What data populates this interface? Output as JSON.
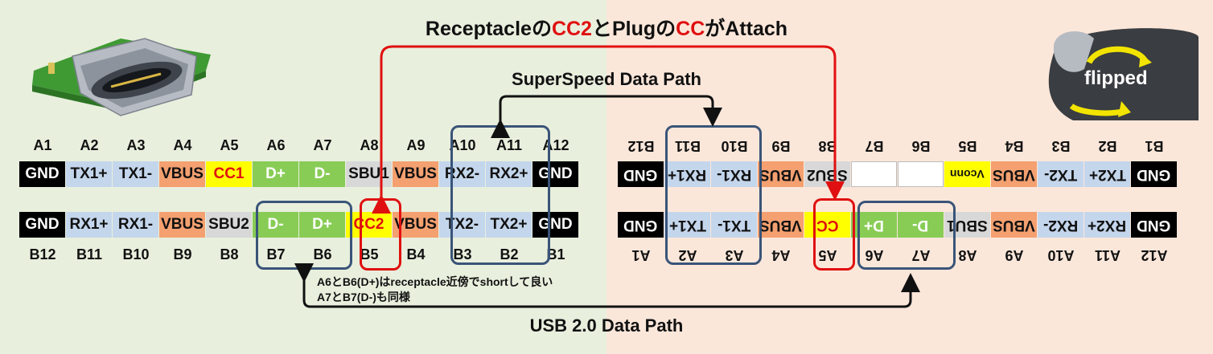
{
  "title": {
    "p1": "Receptacle",
    "p2": "の",
    "p3": "CC2",
    "p4": "と",
    "p5": "Plug",
    "p6": "の",
    "p7": "CC",
    "p8": "がAttach"
  },
  "superspeed_label": "SuperSpeed Data Path",
  "usb2_label": "USB 2.0 Data Path",
  "flipped_label": "flipped",
  "note_lines": [
    "A6とB6(D+)はreceptacle近傍でshortして良い",
    "A7とB7(D-)も同様"
  ],
  "left": {
    "top_nums": [
      "A1",
      "A2",
      "A3",
      "A4",
      "A5",
      "A6",
      "A7",
      "A8",
      "A9",
      "A10",
      "A11",
      "A12"
    ],
    "top_pins": [
      {
        "t": "GND",
        "c": "gnd"
      },
      {
        "t": "TX1+",
        "c": "tx"
      },
      {
        "t": "TX1-",
        "c": "tx"
      },
      {
        "t": "VBUS",
        "c": "vbus"
      },
      {
        "t": "CC1",
        "c": "cc"
      },
      {
        "t": "D+",
        "c": "dp"
      },
      {
        "t": "D-",
        "c": "dp"
      },
      {
        "t": "SBU1",
        "c": "sbu"
      },
      {
        "t": "VBUS",
        "c": "vbus"
      },
      {
        "t": "RX2-",
        "c": "tx"
      },
      {
        "t": "RX2+",
        "c": "tx"
      },
      {
        "t": "GND",
        "c": "gnd"
      }
    ],
    "bot_pins": [
      {
        "t": "GND",
        "c": "gnd"
      },
      {
        "t": "RX1+",
        "c": "tx"
      },
      {
        "t": "RX1-",
        "c": "tx"
      },
      {
        "t": "VBUS",
        "c": "vbus"
      },
      {
        "t": "SBU2",
        "c": "sbu"
      },
      {
        "t": "D-",
        "c": "dp"
      },
      {
        "t": "D+",
        "c": "dp"
      },
      {
        "t": "CC2",
        "c": "cc"
      },
      {
        "t": "VBUS",
        "c": "vbus"
      },
      {
        "t": "TX2-",
        "c": "tx"
      },
      {
        "t": "TX2+",
        "c": "tx"
      },
      {
        "t": "GND",
        "c": "gnd"
      }
    ],
    "bot_nums": [
      "B12",
      "B11",
      "B10",
      "B9",
      "B8",
      "B7",
      "B6",
      "B5",
      "B4",
      "B3",
      "B2",
      "B1"
    ]
  },
  "right": {
    "top_nums": [
      "B12",
      "B11",
      "B10",
      "B9",
      "B8",
      "B7",
      "B6",
      "B5",
      "B4",
      "B3",
      "B2",
      "B1"
    ],
    "top_pins": [
      {
        "t": "GND",
        "c": "gnd"
      },
      {
        "t": "RX1+",
        "c": "tx"
      },
      {
        "t": "RX1-",
        "c": "tx"
      },
      {
        "t": "VBUS",
        "c": "vbus"
      },
      {
        "t": "SBU2",
        "c": "sbu"
      },
      {
        "t": "",
        "c": "empty"
      },
      {
        "t": "",
        "c": "empty"
      },
      {
        "t": "Vconn",
        "c": "vconn"
      },
      {
        "t": "VBUS",
        "c": "vbus"
      },
      {
        "t": "TX2-",
        "c": "tx"
      },
      {
        "t": "TX2+",
        "c": "tx"
      },
      {
        "t": "GND",
        "c": "gnd"
      }
    ],
    "bot_pins": [
      {
        "t": "GND",
        "c": "gnd"
      },
      {
        "t": "TX1+",
        "c": "tx"
      },
      {
        "t": "TX1-",
        "c": "tx"
      },
      {
        "t": "VBUS",
        "c": "vbus"
      },
      {
        "t": "CC",
        "c": "ccR"
      },
      {
        "t": "D+",
        "c": "dp"
      },
      {
        "t": "D-",
        "c": "dp"
      },
      {
        "t": "SBU1",
        "c": "sbu"
      },
      {
        "t": "VBUS",
        "c": "vbus"
      },
      {
        "t": "RX2-",
        "c": "tx"
      },
      {
        "t": "RX2+",
        "c": "tx"
      },
      {
        "t": "GND",
        "c": "gnd"
      }
    ],
    "bot_nums": [
      "A1",
      "A2",
      "A3",
      "A4",
      "A5",
      "A6",
      "A7",
      "A8",
      "A9",
      "A10",
      "A11",
      "A12"
    ]
  },
  "colors": {
    "gnd": "#000000",
    "tx": "#c4d6ec",
    "vbus": "#f4a070",
    "cc": "#ffff00",
    "dp": "#88cc55",
    "sbu": "#d8d8d8",
    "box": "#3a5478",
    "red": "#e01010"
  }
}
